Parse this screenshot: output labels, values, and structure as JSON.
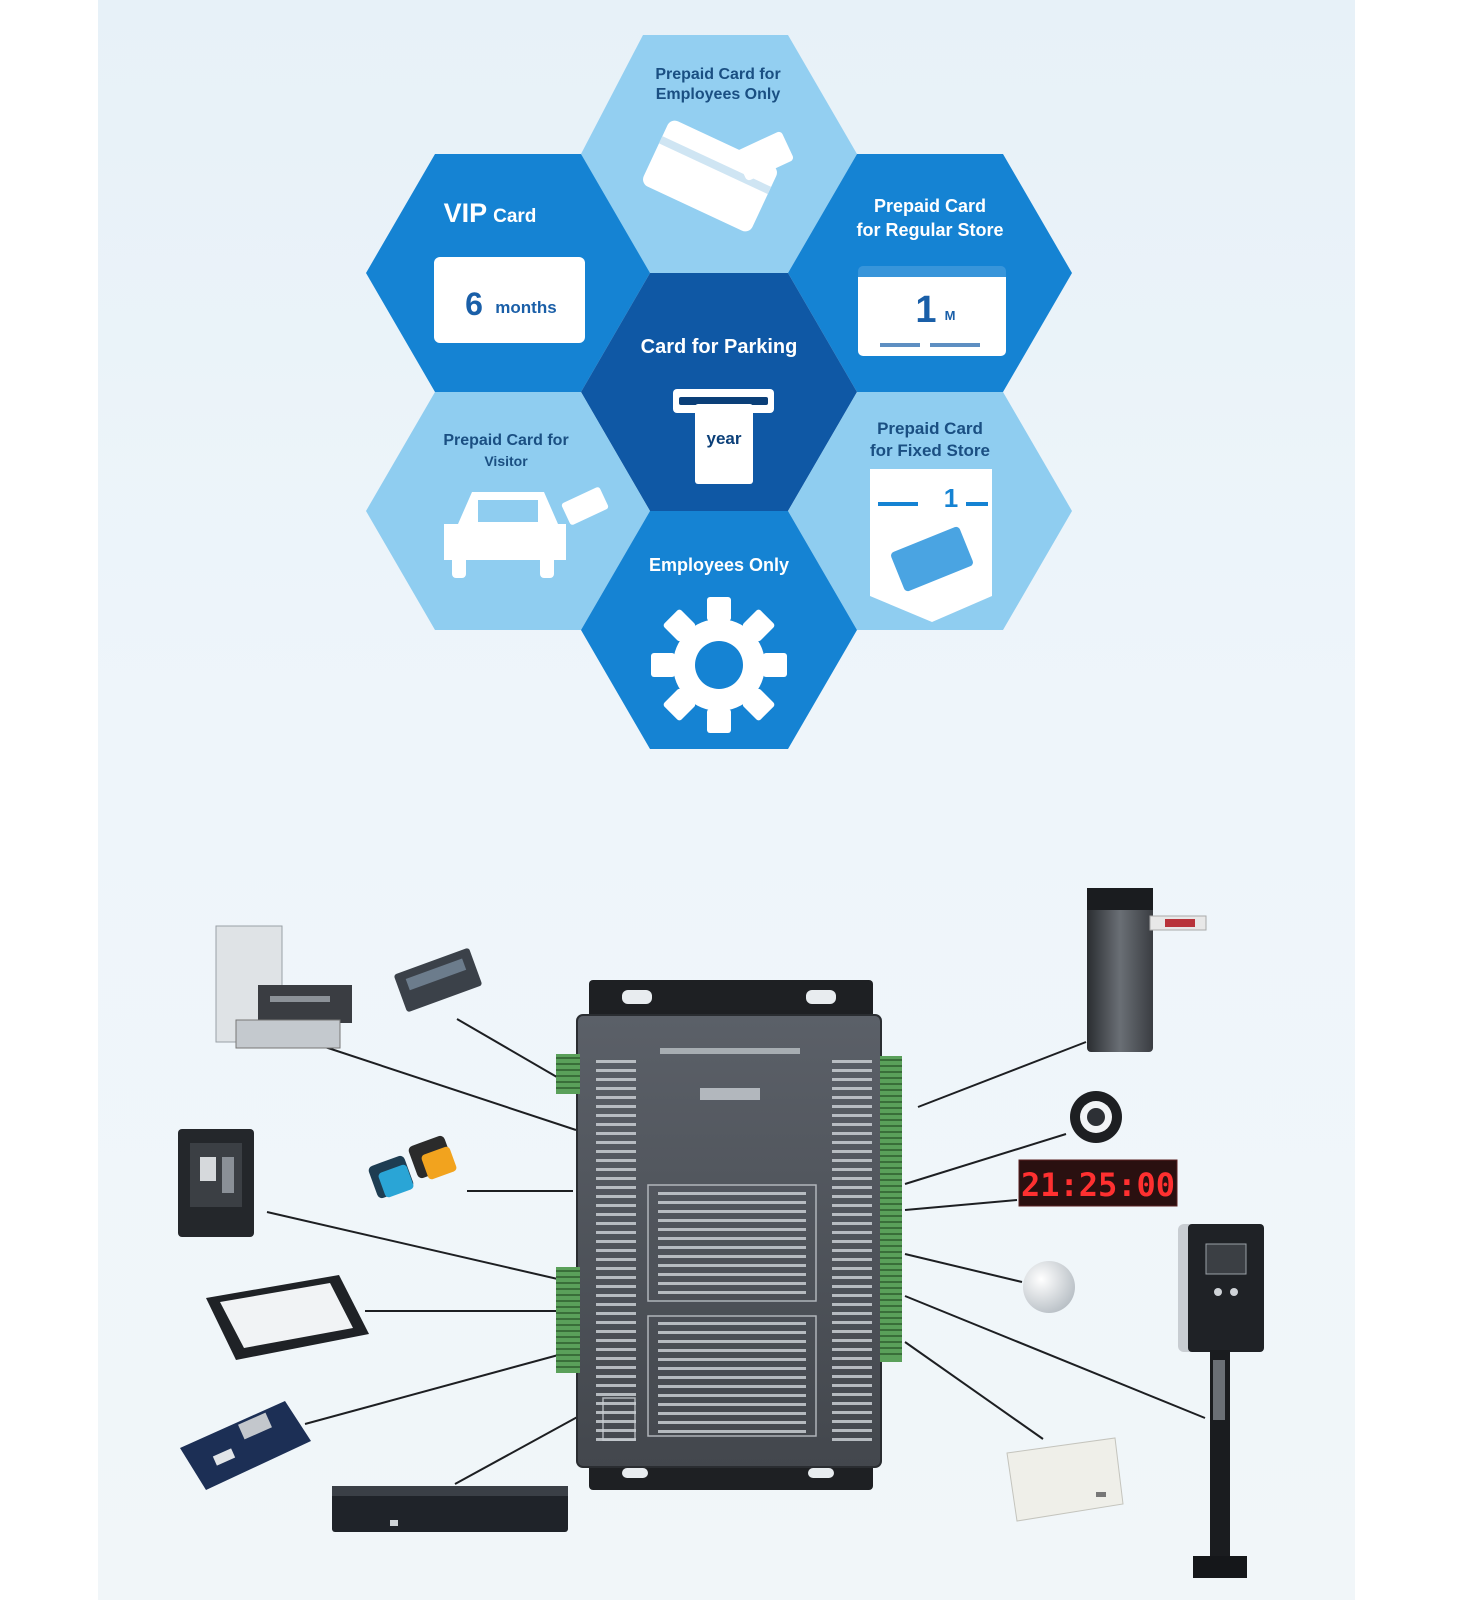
{
  "hexagons": {
    "employees_prepaid": {
      "line1": "Prepaid Card for",
      "line2": "Employees Only"
    },
    "vip": {
      "title_main": "VIP",
      "title_sub": "Card",
      "value": "6",
      "unit": "months"
    },
    "regular_store": {
      "line1": "Prepaid Card",
      "line2": "for Regular Store",
      "value": "1",
      "unit": "M"
    },
    "parking": {
      "title": "Card for Parking",
      "ticket_text": "year"
    },
    "visitor": {
      "line1": "Prepaid Card for",
      "line2": "Visitor"
    },
    "fixed_store": {
      "line1": "Prepaid Card",
      "line2": "for Fixed Store",
      "value": "1"
    },
    "employees_only": {
      "title": "Employees Only"
    }
  },
  "devices": {
    "clock_display": "21:25:00"
  },
  "colors": {
    "hex_dark": "#0f5aa6",
    "hex_mid": "#1584d2",
    "hex_light": "#8fcdf0",
    "controller_body": "#4b4f55",
    "terminal_green": "#5aa05a",
    "clock_red": "#ff2a2a"
  }
}
